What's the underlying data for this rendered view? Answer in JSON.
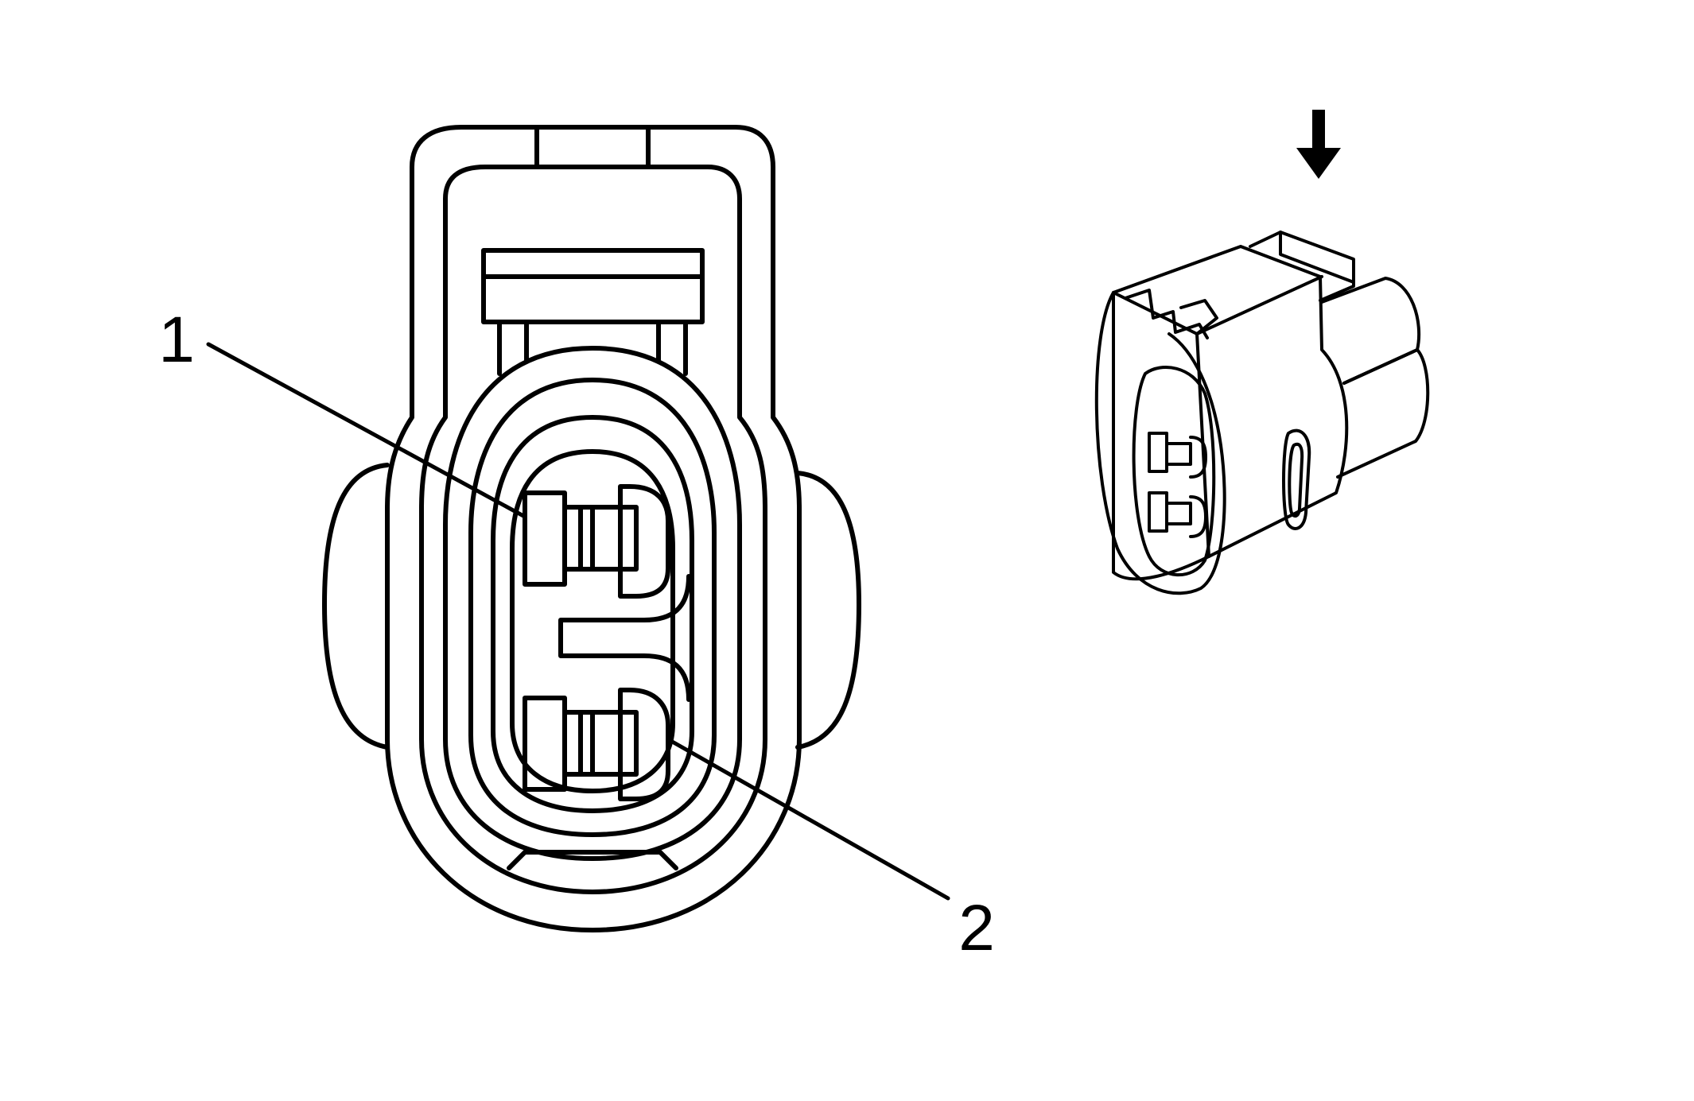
{
  "diagram": {
    "callouts": [
      {
        "id": "1",
        "label": "1"
      },
      {
        "id": "2",
        "label": "2"
      }
    ],
    "view_indicator_icon": "down-arrow-icon",
    "stroke_color": "#000000",
    "fill_color": "#ffffff"
  }
}
